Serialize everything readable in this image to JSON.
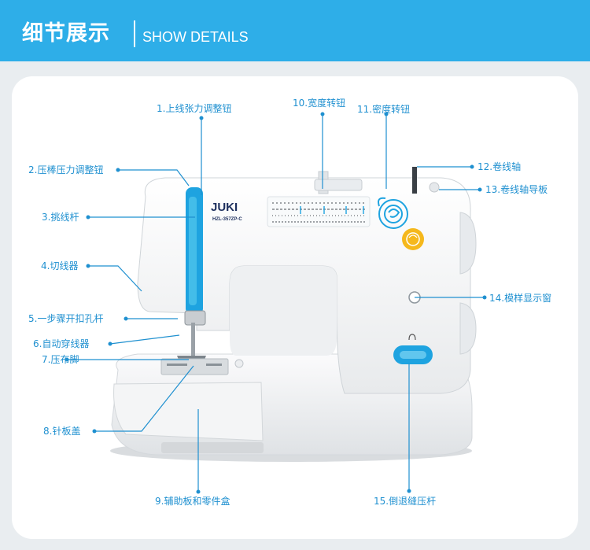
{
  "header": {
    "title_cn": "细节展示",
    "title_en": "SHOW DETAILS"
  },
  "machine": {
    "brand": "JUKI",
    "model": "HZL-357ZP-C"
  },
  "callouts": [
    "1.上线张力调整钮",
    "2.压棒压力调整钮",
    "3.挑线杆",
    "4.切线器",
    "5.一步骤开扣孔杆",
    "6.自动穿线器",
    "7.压布脚",
    "8.针板盖",
    "9.辅助板和零件盒",
    "10.宽度转钮",
    "11.密度转钮",
    "12.卷线轴",
    "13.卷线轴导板",
    "14.模样显示窗",
    "15.倒退缝压杆"
  ],
  "colors": {
    "accent": "#2eaee8",
    "label": "#1f90d0",
    "machine_body": "#f7f8f9",
    "blue_trim": "#1ea3e0",
    "flower_yellow": "#f5b81c"
  }
}
